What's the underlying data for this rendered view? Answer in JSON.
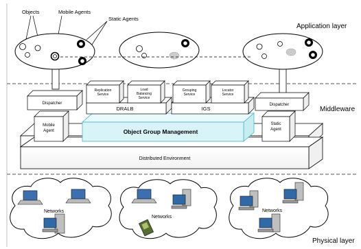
{
  "labels": {
    "objects": "Objects",
    "mobile_agents": "Mobile Agents",
    "static_agents": "Static Agents",
    "application_layer": "Application layer",
    "middleware": "Middleware",
    "physical_layer": "Physical layer",
    "dispatcher": "Dispatcher",
    "mobile_agent": [
      "Mobile",
      "Agent"
    ],
    "static_agent": [
      "Static",
      "Agent"
    ],
    "replication_service": [
      "Replication",
      "Service"
    ],
    "load_balancing_service": [
      "Load",
      "Balancing",
      "Service"
    ],
    "grouping_service": [
      "Grouping",
      "Service"
    ],
    "locator_service": [
      "Locator",
      "Service"
    ],
    "dralb": "DRALB",
    "igs": "IGS",
    "object_group_management": "Object Group Management",
    "distributed_environment": "Distributed Environment",
    "networks": "Networks"
  },
  "colors": {
    "ogm_fill": "#d8f4f8",
    "ogm_stroke": "#3fb8c8",
    "cloud_fill": "#ffffff",
    "divider": "#555555"
  }
}
